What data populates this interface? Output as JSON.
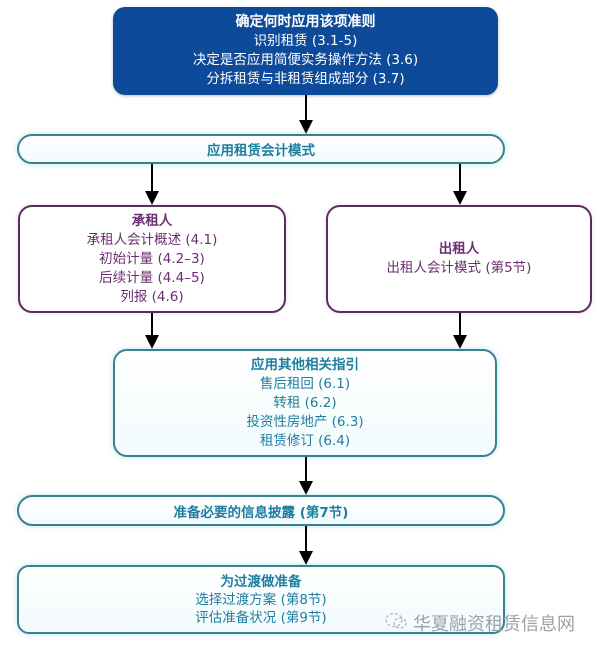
{
  "flowchart": {
    "top": {
      "title": "确定何时应用该项准则",
      "lines": [
        "识别租赁 (3.1-5)",
        "决定是否应用简便实务操作方法 (3.6)",
        "分拆租赁与非租赁组成部分 (3.7)"
      ]
    },
    "model": {
      "title": "应用租赁会计模式"
    },
    "lessee": {
      "title": "承租人",
      "lines": [
        "承租人会计概述 (4.1)",
        "初始计量 (4.2–3)",
        "后续计量 (4.4–5)",
        "列报 (4.6)"
      ]
    },
    "lessor": {
      "title": "出租人",
      "lines": [
        "出租人会计模式 (第5节)"
      ]
    },
    "other": {
      "title": "应用其他相关指引",
      "lines": [
        "售后租回 (6.1)",
        "转租 (6.2)",
        "投资性房地产 (6.3)",
        "租赁修订 (6.4)"
      ]
    },
    "disclosure": {
      "title": "准备必要的信息披露 (第7节)"
    },
    "transition": {
      "title": "为过渡做准备",
      "lines": [
        "选择过渡方案 (第8节)",
        "评估准备状况 (第9节)"
      ]
    },
    "colors": {
      "top_fill": "#0d4a9a",
      "teal_border": "#3e7f8c",
      "teal_text": "#1f7ea0",
      "purple_border": "#5a2d5e",
      "purple_text": "#6a2f70"
    }
  },
  "watermark": {
    "icon": "wechat-icon",
    "text": "华夏融资租赁信息网"
  }
}
